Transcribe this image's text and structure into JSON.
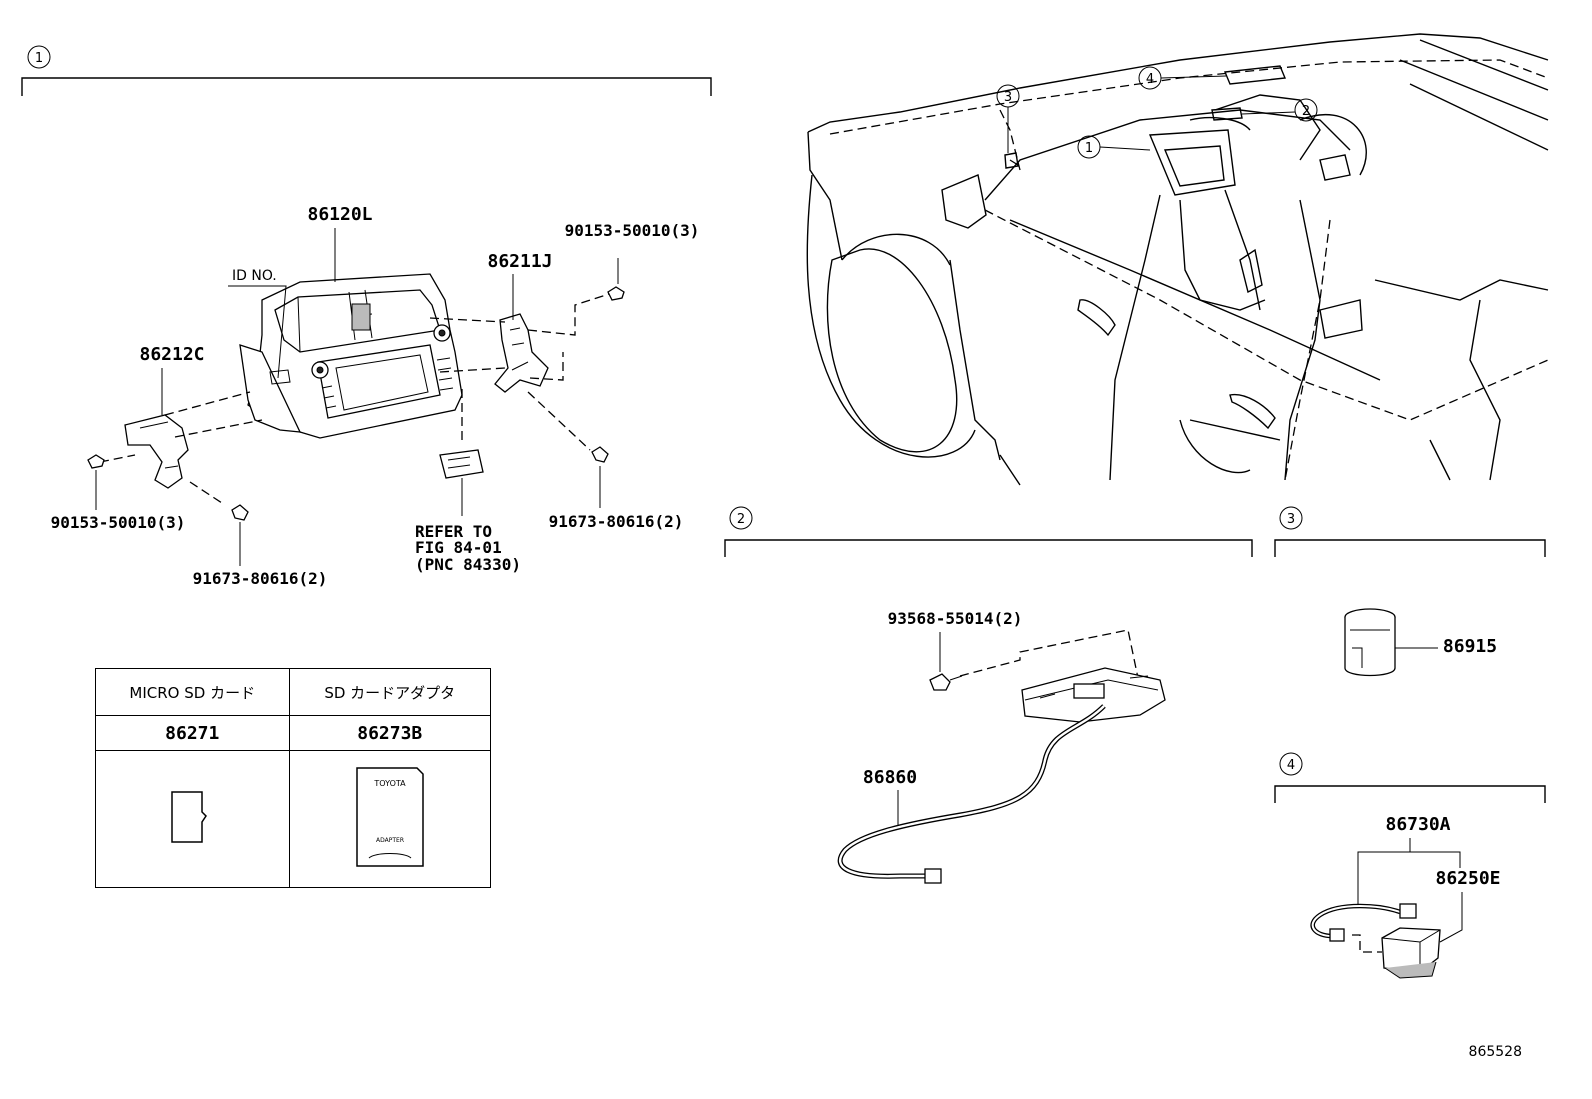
{
  "section_markers": [
    "1",
    "2",
    "3",
    "4"
  ],
  "vehicle_callouts": [
    "1",
    "2",
    "3",
    "4"
  ],
  "section1": {
    "parts": {
      "main_unit": "86120L",
      "id_label": "ID NO.",
      "bracket_right": "86211J",
      "bracket_left": "86212C",
      "screw_top_right": "90153-50010(3)",
      "screw_left": "90153-50010(3)",
      "screw_bottom_left": "91673-80616(2)",
      "screw_bottom_right": "91673-80616(2)",
      "refer_line1": "REFER TO",
      "refer_line2": "FIG 84-01",
      "refer_line3": "(PNC 84330)"
    }
  },
  "sd_table": {
    "headers": [
      "MICRO SD カード",
      "SD カードアダプタ"
    ],
    "part_numbers": [
      "86271",
      "86273B"
    ],
    "adapter_brand": "TOYOTA",
    "adapter_text": "ADAPTER"
  },
  "section2": {
    "screw": "93568-55014(2)",
    "cable": "86860"
  },
  "section3": {
    "part": "86915"
  },
  "section4": {
    "assembly": "86730A",
    "part": "86250E"
  },
  "figure_number": "865528"
}
